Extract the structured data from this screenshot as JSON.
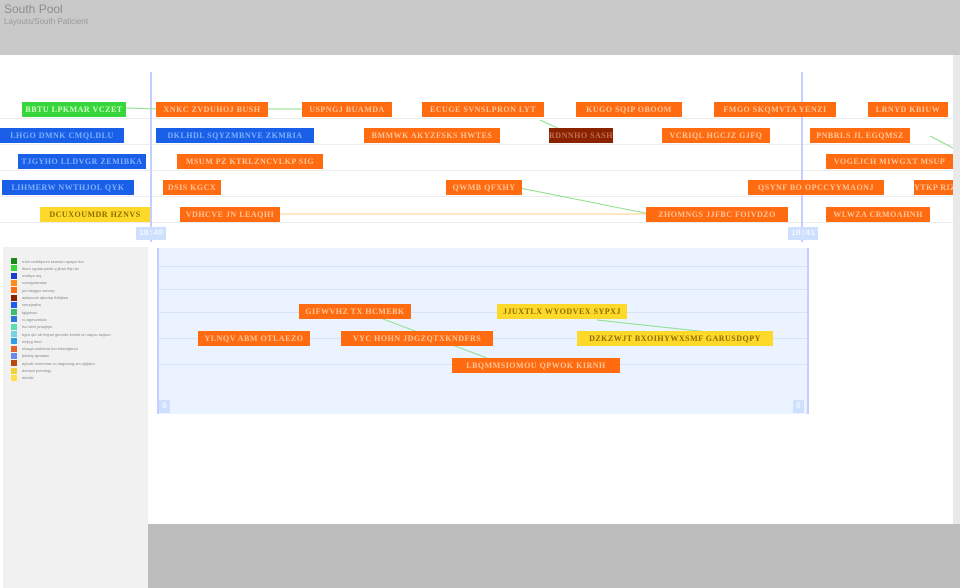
{
  "header": {
    "title": "South Pool",
    "subtitle": "Layouts/South Paticient"
  },
  "timeline": {
    "time_labels": [
      {
        "id": "t-left",
        "text": "10:40"
      },
      {
        "id": "t-right",
        "text": "10:41"
      }
    ],
    "bars": [
      {
        "id": "b1",
        "label": "BBTU LPKMAR VCZET",
        "color": "green"
      },
      {
        "id": "b2",
        "label": "XNKC ZVDUHOJ BUSH",
        "color": "orange"
      },
      {
        "id": "b3",
        "label": "USPNGJ BUAMDA",
        "color": "orange"
      },
      {
        "id": "b4",
        "label": "ECUGE SVNSLPRON LYT",
        "color": "orange"
      },
      {
        "id": "b5",
        "label": "KUGO SQIP OBOOM",
        "color": "orange"
      },
      {
        "id": "b6",
        "label": "FMGO SKQMVTA YENZI",
        "color": "orange"
      },
      {
        "id": "b7",
        "label": "LRNYD KBIUW",
        "color": "orange"
      },
      {
        "id": "b8",
        "label": "LHGO DMNK CMQLDLU",
        "color": "blue"
      },
      {
        "id": "b9",
        "label": "DKLHDL SQYZMBNVE ZKMRIA",
        "color": "blue"
      },
      {
        "id": "b10",
        "label": "BMMWK AKYZFSKS HWTES",
        "color": "orange"
      },
      {
        "id": "b11",
        "label": "RDNNHO SASH",
        "color": "dark"
      },
      {
        "id": "b12",
        "label": "VCRIQL HGCJZ GJFQ",
        "color": "orange"
      },
      {
        "id": "b13",
        "label": "PNBRLS JL EGQMSZ",
        "color": "orange"
      },
      {
        "id": "b14",
        "label": "TJGYHO LLDVGR ZEMIBKA",
        "color": "blue"
      },
      {
        "id": "b15",
        "label": "MSUM PZ KTRLZNCVLKP SIG",
        "color": "orange"
      },
      {
        "id": "b16",
        "label": "VOGEJCH MIWGXT MSUP",
        "color": "orange"
      },
      {
        "id": "b17",
        "label": "LIHMERW NWTHJOL QYK",
        "color": "blue"
      },
      {
        "id": "b18",
        "label": "DSIS KGCX",
        "color": "orange"
      },
      {
        "id": "b19",
        "label": "QWMB QFXHY",
        "color": "orange"
      },
      {
        "id": "b20",
        "label": "QSYNF BO OPCCYYMAONJ",
        "color": "orange"
      },
      {
        "id": "b21",
        "label": "YTKP RIZ",
        "color": "orange"
      },
      {
        "id": "b22",
        "label": "DCUXOUMDR HZNVS",
        "color": "yellow"
      },
      {
        "id": "b23",
        "label": "VDHCVE JN LEAQHI",
        "color": "orange"
      },
      {
        "id": "b24",
        "label": "ZHOMNGS JJFBC FOIVDZO",
        "color": "orange"
      },
      {
        "id": "b25",
        "label": "WLWZA CRMOAHNH",
        "color": "orange"
      }
    ]
  },
  "detail": {
    "time_labels": [
      {
        "id": "d-left",
        "text": "0"
      },
      {
        "id": "d-right",
        "text": "0"
      }
    ],
    "bars": [
      {
        "id": "d1",
        "label": "GIFWVHZ TX HCMEBK",
        "color": "orange"
      },
      {
        "id": "d2",
        "label": "JJUXTLX WYODVEX SYPXJ",
        "color": "yellow"
      },
      {
        "id": "d3",
        "label": "YLNQV ABM OTLAEZO",
        "color": "orange"
      },
      {
        "id": "d4",
        "label": "VYC HOHN JDGZQTXKNDFRS",
        "color": "orange"
      },
      {
        "id": "d5",
        "label": "DZKZWJT BXOIHYWXSMF GARUSDQPY",
        "color": "yellow"
      },
      {
        "id": "d6",
        "label": "LBQMMSIOMOU QPWOK KIRNH",
        "color": "orange"
      }
    ]
  },
  "legend": [
    {
      "text": "rmm rsdhfqcnm ksmwa rupapo hnt",
      "color": "#1a8a1a"
    },
    {
      "text": "iburo rypala parth q jlban fhjn tw",
      "color": "#37d63c"
    },
    {
      "text": "nzaltya mq",
      "color": "#1a3fd0"
    },
    {
      "text": "romnjyaamsw",
      "color": "#ff8c1a"
    },
    {
      "text": "pa hlwjgpu wmnsy",
      "color": "#ff6b10"
    },
    {
      "text": "aabpruob ajtuuhp fbtkjbes",
      "color": "#8a2200"
    },
    {
      "text": "xmurjnaba",
      "color": "#1a5fe8"
    },
    {
      "text": "fgigdnou",
      "color": "#3cbf6e"
    },
    {
      "text": "ro agmunrkdo",
      "color": "#2a7ad8"
    },
    {
      "text": "fuo wbrl prsajhys",
      "color": "#5adcb4"
    },
    {
      "text": "bgrn qlu ob fmjnal gbombr kmlxb on napvo swjsxo",
      "color": "#7ad0e0"
    },
    {
      "text": "nmjvg hmd",
      "color": "#2fa0e8"
    },
    {
      "text": "nlxagh owbdma fon fuimdgtrrxo",
      "color": "#e8602a"
    },
    {
      "text": "jsfxdaj qwoakw",
      "color": "#6a8ae8"
    },
    {
      "text": "ayhxtb wmmmav m dagdorsg sm njdjabu",
      "color": "#b84a10"
    },
    {
      "text": "dzmaxf pvrmkqy",
      "color": "#f2d23a"
    },
    {
      "text": "abcdw",
      "color": "#ffe04a"
    }
  ]
}
